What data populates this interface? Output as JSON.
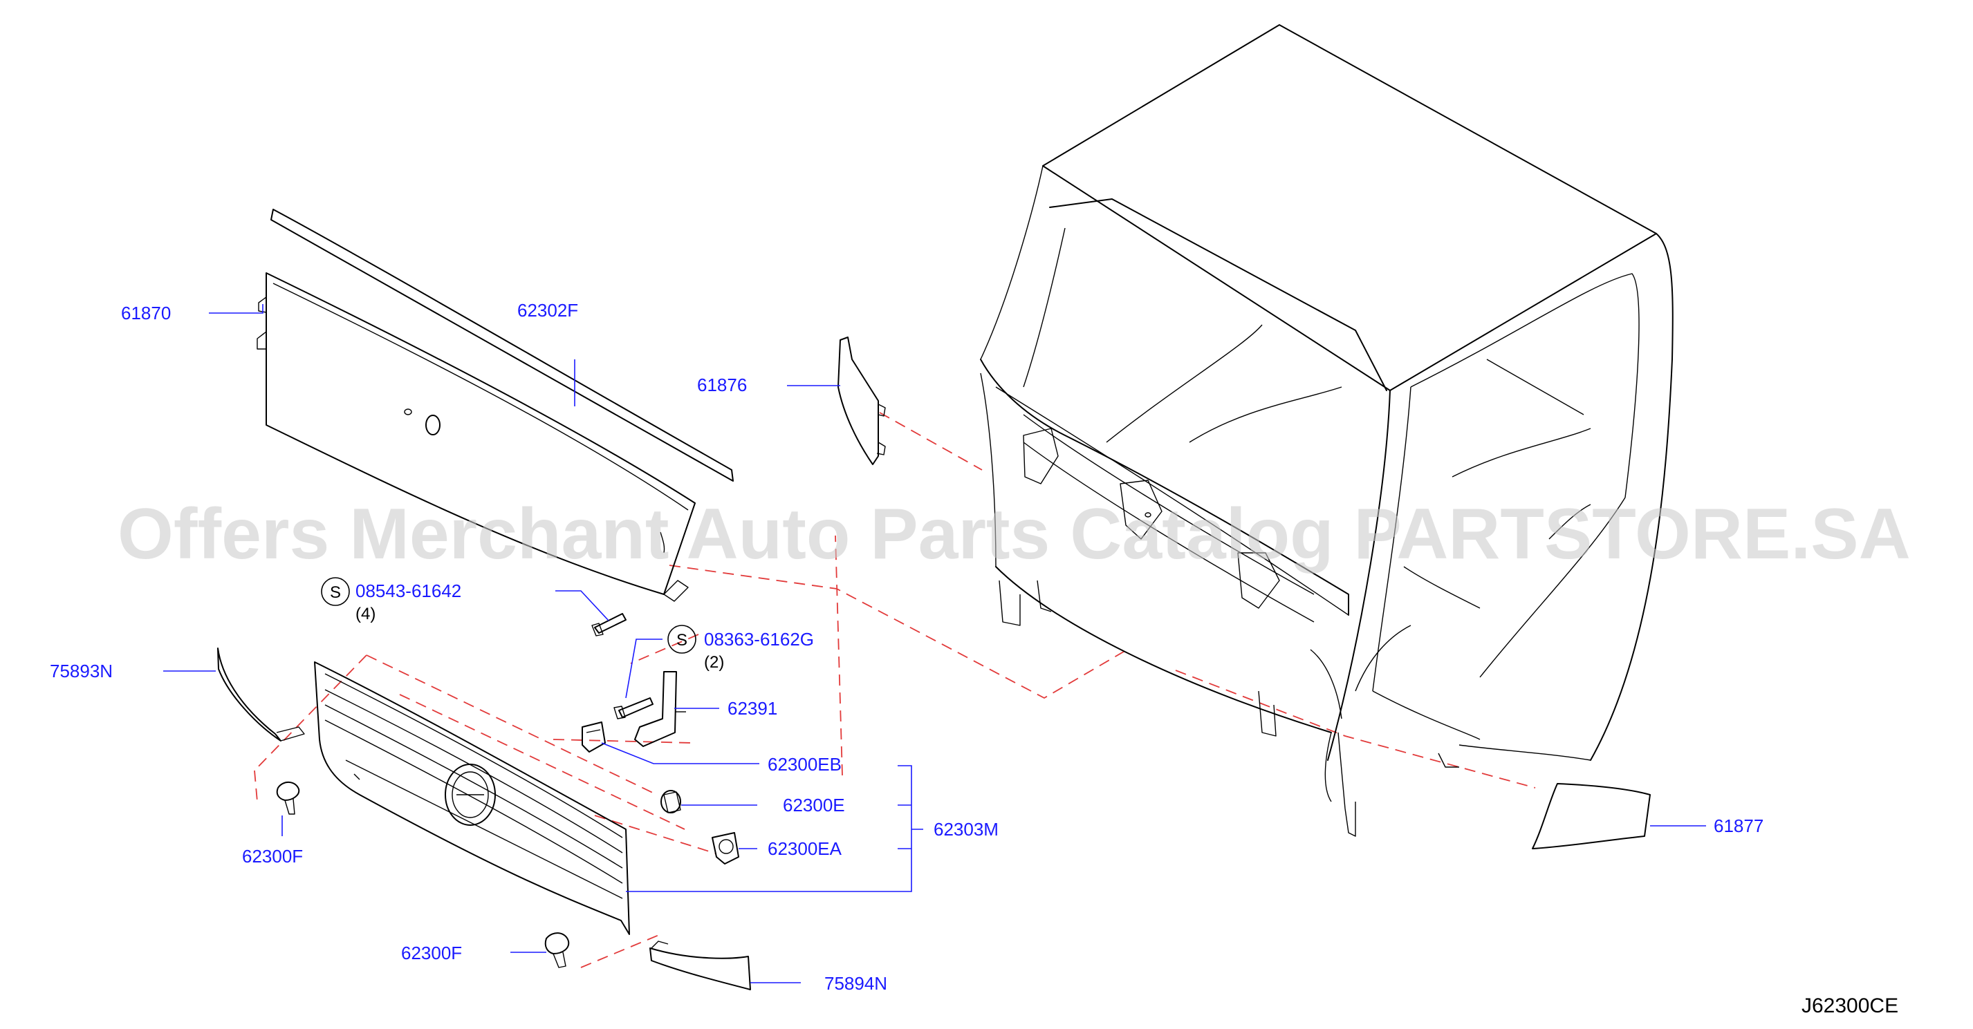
{
  "diagram": {
    "code": "J62300CE",
    "watermark": "Offers Merchant Auto Parts Catalog PARTSTORE.SA",
    "screw_marker": "S",
    "parts": {
      "p61870": "61870",
      "p62302F": "62302F",
      "p61876": "61876",
      "p08543": "08543-61642",
      "p08543_qty": "(4)",
      "p08363": "08363-6162G",
      "p08363_qty": "(2)",
      "p75893N": "75893N",
      "p62391": "62391",
      "p62300EB": "62300EB",
      "p62300E": "62300E",
      "p62300EA": "62300EA",
      "p62303M": "62303M",
      "p62300F_left": "62300F",
      "p62300F_bottom": "62300F",
      "p75894N": "75894N",
      "p61877": "61877"
    }
  }
}
